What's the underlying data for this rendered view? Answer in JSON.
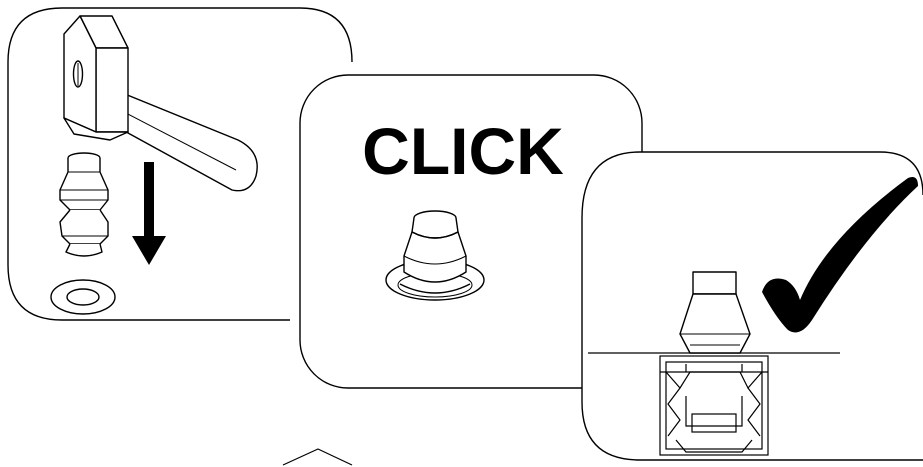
{
  "panel_1": {
    "name": "hammer-step"
  },
  "panel_2": {
    "label": "CLICK"
  },
  "panel_3": {
    "name": "done-step"
  },
  "colors": {
    "line": "#000000",
    "background": "#ffffff",
    "fill_light": "#ffffff"
  },
  "icons": [
    "hammer-icon",
    "down-arrow-icon",
    "bumper-icon",
    "washer-ring-icon",
    "installed-bumper-icon",
    "checkmark-icon"
  ]
}
